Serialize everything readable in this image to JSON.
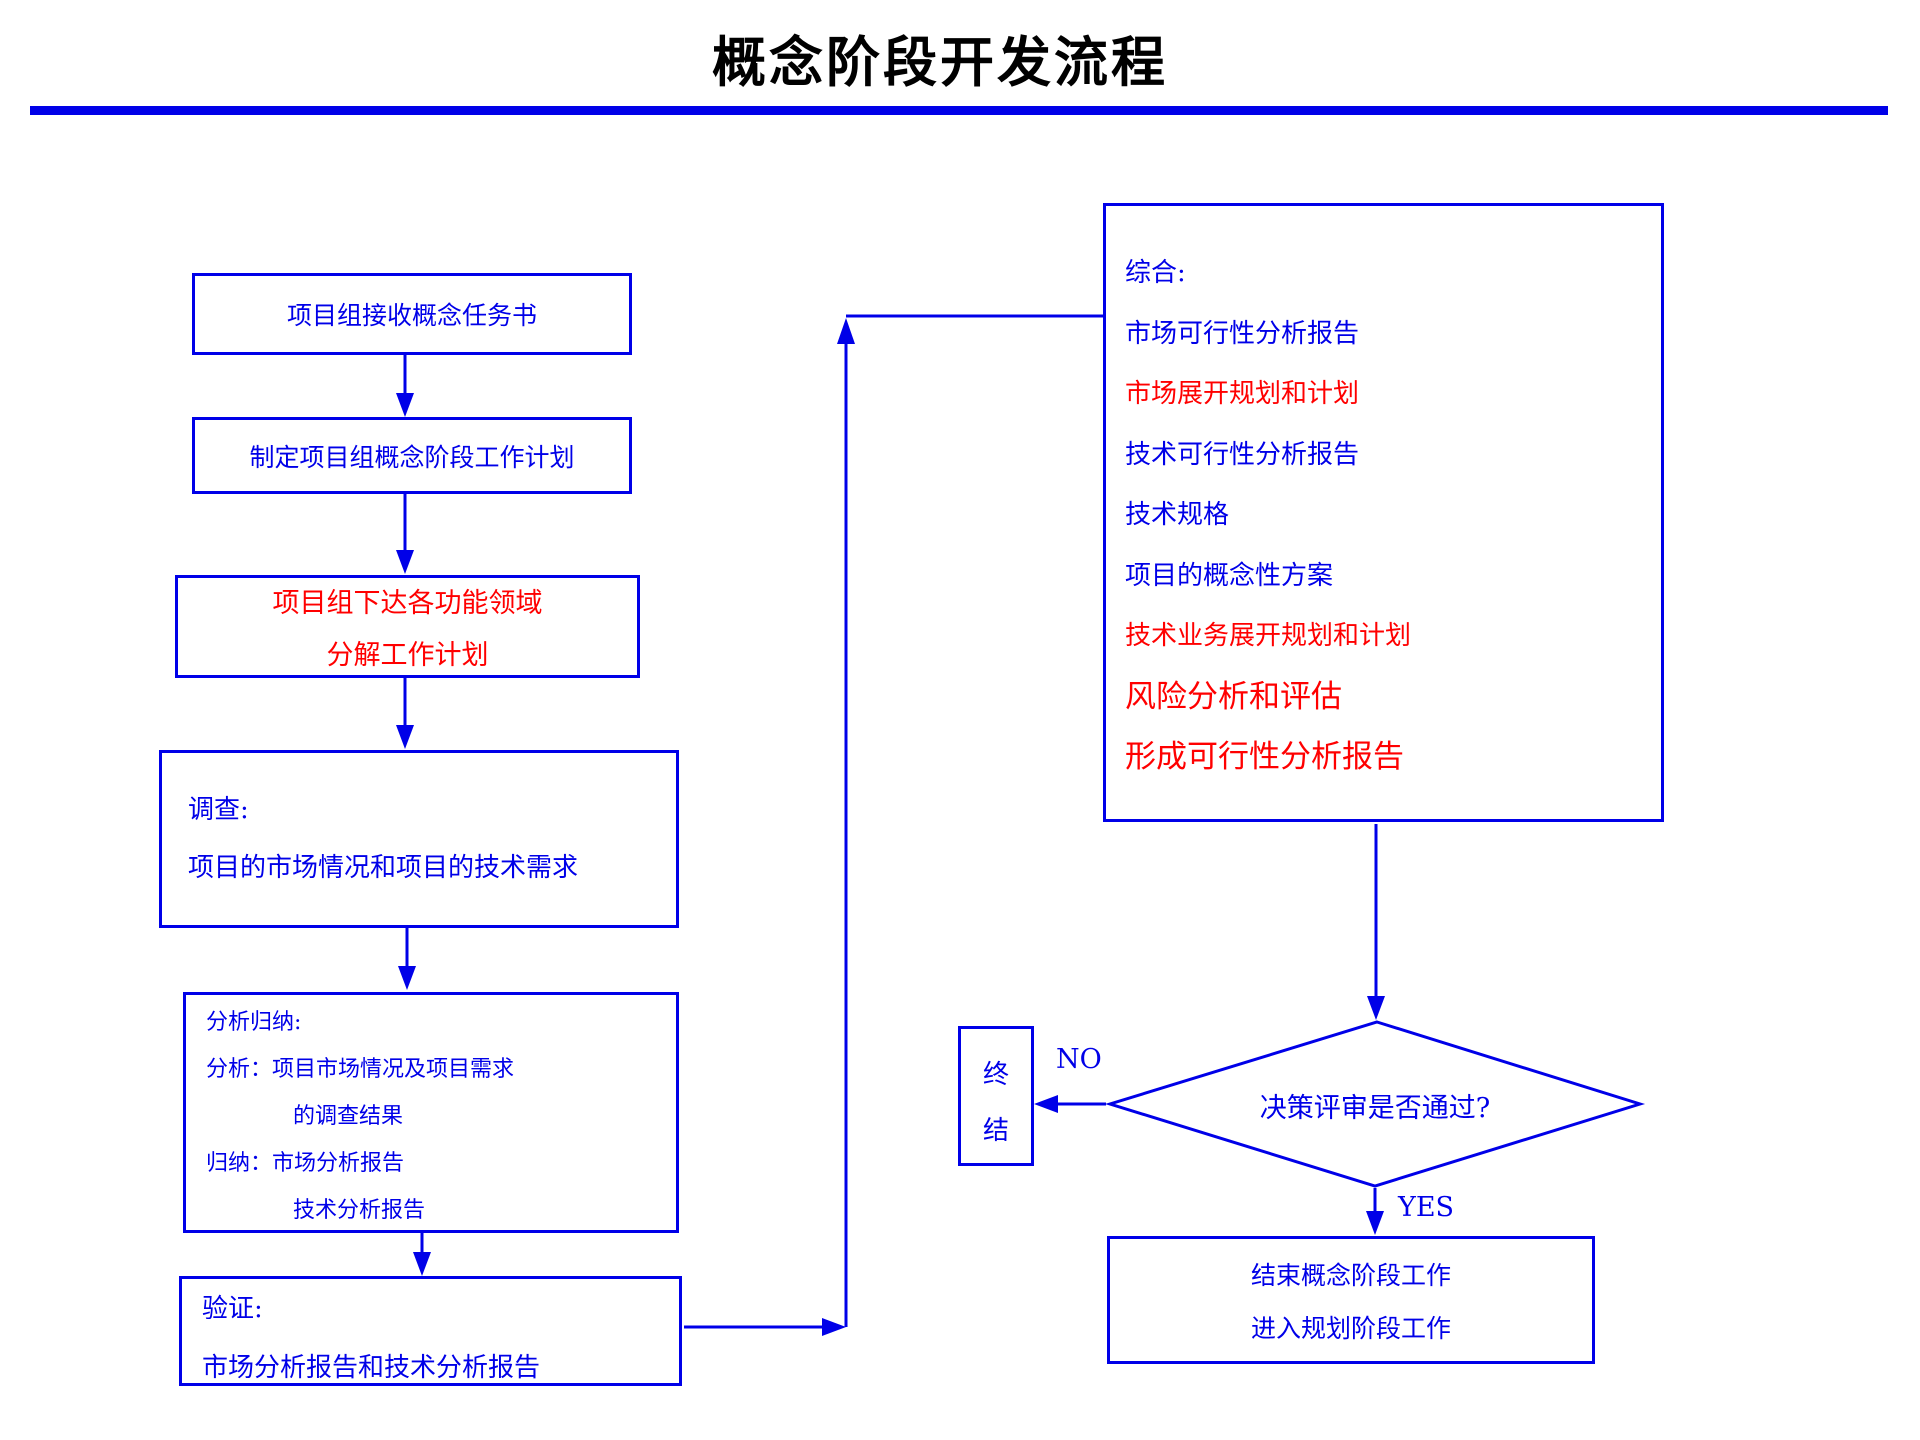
{
  "title": "概念阶段开发流程",
  "colors": {
    "blue": "#0000e8",
    "red": "#ff0000",
    "black": "#000000"
  },
  "boxes": {
    "receive": "项目组接收概念任务书",
    "plan": "制定项目组概念阶段工作计划",
    "assign": [
      "项目组下达各功能领域",
      "分解工作计划"
    ],
    "survey": [
      "调查:",
      "项目的市场情况和项目的技术需求"
    ],
    "analyze": [
      {
        "text": "分析归纳:"
      },
      {
        "text": "分析：项目市场情况及项目需求"
      },
      {
        "text": "的调查结果",
        "class": "indent"
      },
      {
        "text": "归纳：市场分析报告"
      },
      {
        "text": "技术分析报告",
        "class": "indent"
      }
    ],
    "verify": [
      "验证:",
      "市场分析报告和技术分析报告"
    ],
    "summary": [
      {
        "text": "综合:"
      },
      {
        "text": "市场可行性分析报告"
      },
      {
        "text": "市场展开规划和计划",
        "class": "red"
      },
      {
        "text": "技术可行性分析报告"
      },
      {
        "text": "技术规格"
      },
      {
        "text": "项目的概念性方案"
      },
      {
        "text": "技术业务展开规划和计划",
        "class": "red"
      },
      {
        "text": "风险分析和评估",
        "class": "red lg"
      },
      {
        "text": "形成可行性分析报告",
        "class": "red lg"
      }
    ],
    "decision": "决策评审是否通过?",
    "terminate": [
      "终",
      "结"
    ],
    "end": [
      "结束概念阶段工作",
      "进入规划阶段工作"
    ]
  },
  "labels": {
    "no": "NO",
    "yes": "YES"
  }
}
